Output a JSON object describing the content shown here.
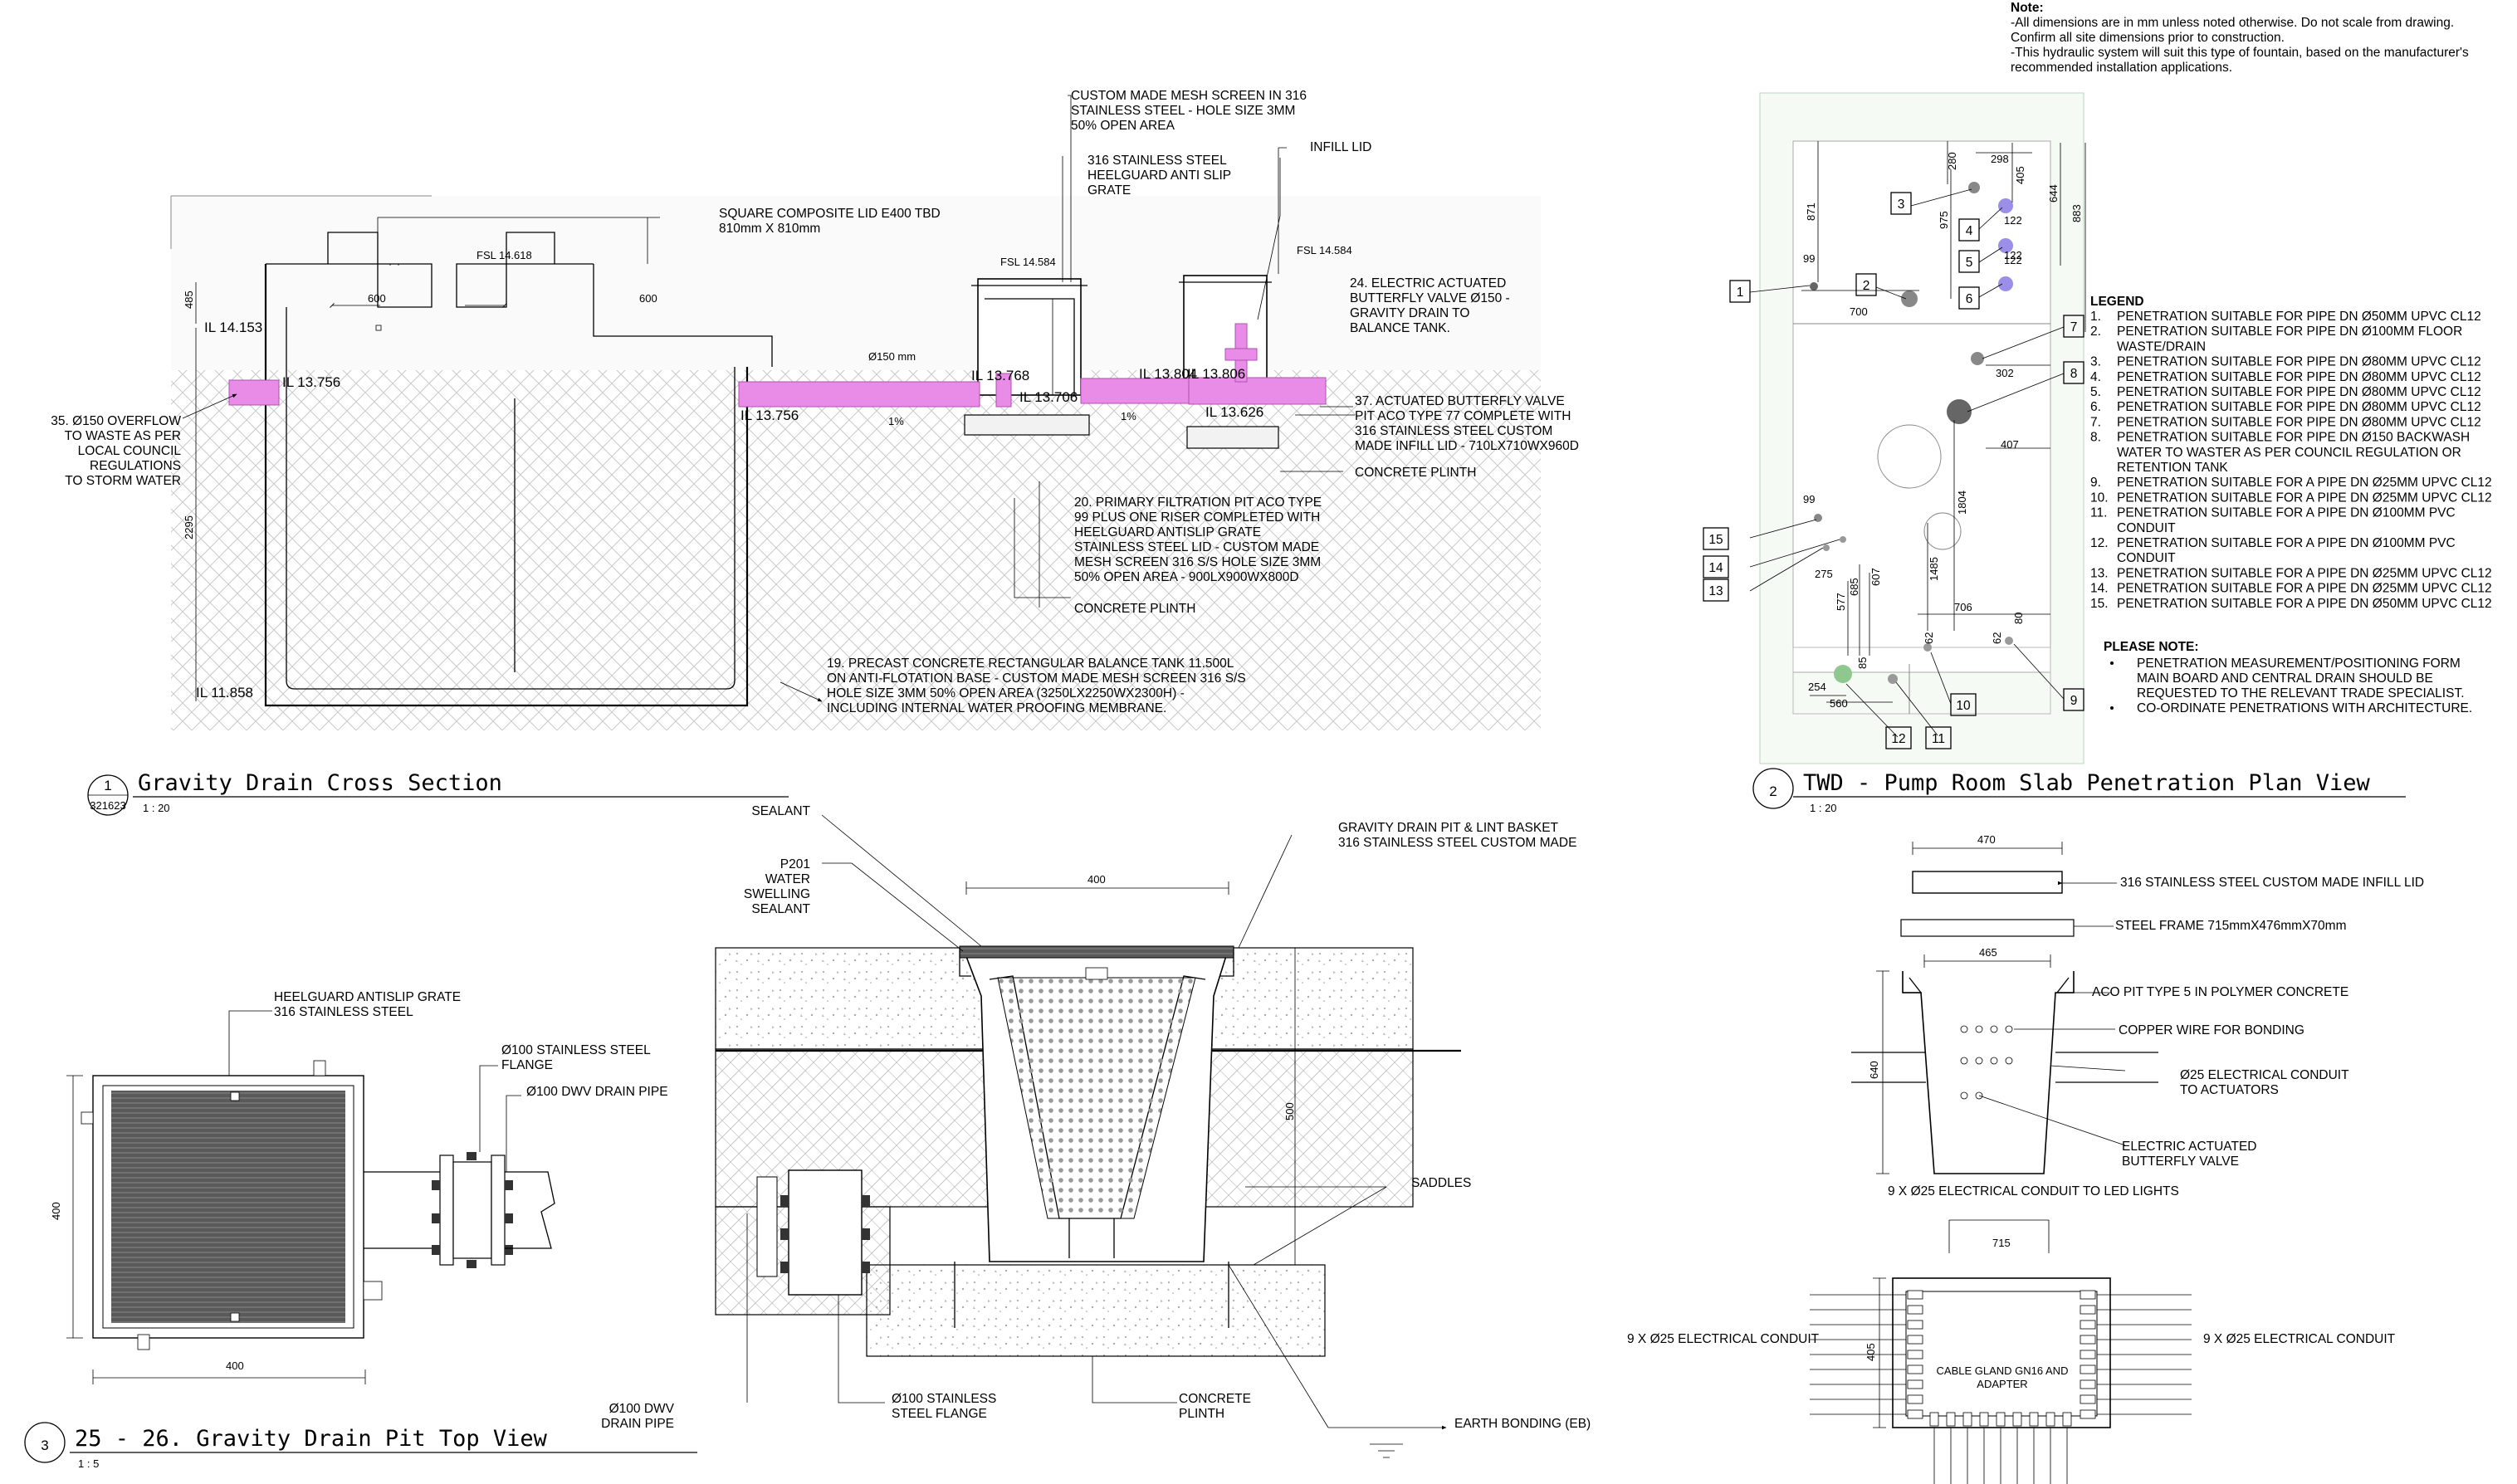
{
  "note": {
    "heading": "Note:",
    "lines": [
      "-All dimensions are in mm unless noted otherwise.  Do not scale from  drawing.",
      "Confirm all site dimensions prior to construction.",
      "-This hydraulic system will suit this type of fountain, based on the manufacturer's",
      "recommended installation applications."
    ]
  },
  "views": {
    "v1": {
      "num": "1",
      "ref": "321623",
      "title": "Gravity Drain Cross Section",
      "scale": "1 : 20"
    },
    "v2": {
      "num": "2",
      "title": "TWD - Pump Room Slab Penetration Plan View",
      "scale": "1 : 20"
    },
    "v3": {
      "num": "3",
      "title": "25 - 26. Gravity Drain Pit Top View",
      "scale": "1 : 5"
    }
  },
  "section": {
    "levels": {
      "fsl1": "FSL 14.618",
      "fsl2": "FSL 14.584",
      "fsl3": "FSL 14.584",
      "il_a": "IL 14.153",
      "il_b": "IL 13.756",
      "il_c": "IL 13.756",
      "il_d": "IL 13.768",
      "il_e": "IL 13.706",
      "il_f": "IL 13.804",
      "il_g": "IL 13.806",
      "il_h": "IL 13.626",
      "il_i": "IL 11.858"
    },
    "dims": {
      "w1": "600",
      "w2": "600",
      "h1": "485",
      "h2": "2295",
      "pipe": "Ø150 mm",
      "slope1": "1%",
      "slope2": "1%"
    },
    "notes": {
      "mesh": [
        "CUSTOM MADE MESH SCREEN IN 316",
        "STAINLESS STEEL - HOLE SIZE 3MM",
        "50% OPEN AREA"
      ],
      "grate": [
        "316 STAINLESS STEEL",
        "HEELGUARD ANTI SLIP",
        "GRATE"
      ],
      "infill": [
        "INFILL LID"
      ],
      "lid": [
        "SQUARE COMPOSITE LID E400 TBD",
        "810mm X 810mm"
      ],
      "valve24": [
        "24. ELECTRIC ACTUATED",
        "BUTTERFLY VALVE Ø150 -",
        "GRAVITY DRAIN TO",
        "BALANCE TANK."
      ],
      "overflow": [
        "35. Ø150 OVERFLOW",
        "TO WASTE AS PER",
        "LOCAL COUNCIL",
        "REGULATIONS",
        "TO STORM WATER"
      ],
      "pit37": [
        "37. ACTUATED BUTTERFLY VALVE",
        "PIT ACO TYPE 77 COMPLETE WITH",
        "316 STAINLESS STEEL CUSTOM",
        "MADE INFILL LID - 710LX710WX960D"
      ],
      "plinth_a": [
        "CONCRETE PLINTH"
      ],
      "pit20": [
        "20. PRIMARY FILTRATION PIT ACO TYPE",
        "99 PLUS ONE RISER COMPLETED WITH",
        "HEELGUARD ANTISLIP GRATE",
        "STAINLESS STEEL LID - CUSTOM MADE",
        "MESH SCREEN 316 S/S HOLE SIZE 3MM",
        "50% OPEN AREA - 900LX900WX800D"
      ],
      "plinth_b": [
        "CONCRETE PLINTH"
      ],
      "tank19": [
        "19. PRECAST CONCRETE RECTANGULAR BALANCE TANK 11.500L",
        "ON ANTI-FLOTATION BASE - CUSTOM MADE MESH SCREEN 316 S/S",
        "HOLE SIZE 3MM 50% OPEN AREA (3250LX2250WX2300H) -",
        "INCLUDING INTERNAL WATER PROOFING MEMBRANE."
      ]
    }
  },
  "plan": {
    "dims": [
      "280",
      "298",
      "405",
      "644",
      "883",
      "871",
      "975",
      "99",
      "700",
      "122",
      "122",
      "122",
      "302",
      "407",
      "1804",
      "1485",
      "99",
      "275",
      "577",
      "685",
      "607",
      "706",
      "62",
      "62",
      "80",
      "85",
      "254",
      "560"
    ],
    "tags": [
      "1",
      "2",
      "3",
      "4",
      "5",
      "6",
      "7",
      "8",
      "9",
      "10",
      "11",
      "12",
      "13",
      "14",
      "15"
    ],
    "legend_title": "LEGEND",
    "legend": [
      {
        "n": "1.",
        "lines": [
          "PENETRATION SUITABLE FOR PIPE DN Ø50MM UPVC CL12"
        ]
      },
      {
        "n": "2.",
        "lines": [
          "PENETRATION SUITABLE FOR PIPE DN Ø100MM FLOOR",
          "WASTE/DRAIN"
        ]
      },
      {
        "n": "3.",
        "lines": [
          "PENETRATION SUITABLE FOR PIPE DN Ø80MM UPVC CL12"
        ]
      },
      {
        "n": "4.",
        "lines": [
          "PENETRATION SUITABLE FOR PIPE DN Ø80MM UPVC CL12"
        ]
      },
      {
        "n": "5.",
        "lines": [
          "PENETRATION SUITABLE FOR PIPE DN Ø80MM UPVC CL12"
        ]
      },
      {
        "n": "6.",
        "lines": [
          "PENETRATION SUITABLE FOR PIPE DN Ø80MM UPVC CL12"
        ]
      },
      {
        "n": "7.",
        "lines": [
          "PENETRATION SUITABLE FOR PIPE DN Ø80MM UPVC CL12"
        ]
      },
      {
        "n": "8.",
        "lines": [
          "PENETRATION SUITABLE FOR PIPE DN Ø150 BACKWASH",
          "WATER TO WASTER AS PER COUNCIL REGULATION OR",
          "RETENTION TANK"
        ]
      },
      {
        "n": "9.",
        "lines": [
          "PENETRATION SUITABLE FOR A PIPE DN Ø25MM UPVC CL12"
        ]
      },
      {
        "n": "10.",
        "lines": [
          "PENETRATION SUITABLE FOR A PIPE DN Ø25MM UPVC CL12"
        ]
      },
      {
        "n": "11.",
        "lines": [
          "PENETRATION SUITABLE FOR A PIPE DN Ø100MM PVC",
          "CONDUIT"
        ]
      },
      {
        "n": "12.",
        "lines": [
          "PENETRATION SUITABLE FOR A PIPE DN Ø100MM PVC",
          "CONDUIT"
        ]
      },
      {
        "n": "13.",
        "lines": [
          "PENETRATION SUITABLE FOR A PIPE DN Ø25MM UPVC CL12"
        ]
      },
      {
        "n": "14.",
        "lines": [
          "PENETRATION SUITABLE FOR A PIPE DN Ø25MM UPVC CL12"
        ]
      },
      {
        "n": "15.",
        "lines": [
          "PENETRATION SUITABLE FOR A PIPE DN Ø50MM UPVC CL12"
        ]
      }
    ],
    "please_note_title": "PLEASE NOTE:",
    "please_note": [
      {
        "lines": [
          "PENETRATION MEASUREMENT/POSITIONING FORM",
          "MAIN BOARD AND CENTRAL DRAIN SHOULD BE",
          "REQUESTED TO THE RELEVANT TRADE SPECIALIST."
        ]
      },
      {
        "lines": [
          "CO-ORDINATE PENETRATIONS WITH ARCHITECTURE."
        ]
      }
    ]
  },
  "pit_detail": {
    "dims": {
      "width": "400",
      "depth": "500"
    },
    "labels": {
      "sealant": [
        "SEALANT"
      ],
      "p201": [
        "P201",
        "WATER",
        "SWELLING",
        "SEALANT"
      ],
      "basket": [
        "GRAVITY DRAIN PIT & LINT BASKET",
        "316 STAINLESS STEEL CUSTOM MADE"
      ],
      "saddles": [
        "SADDLES"
      ],
      "dwv": [
        "Ø100 DWV",
        "DRAIN PIPE"
      ],
      "flange": [
        "Ø100 STAINLESS",
        "STEEL FLANGE"
      ],
      "plinth": [
        "CONCRETE",
        "PLINTH"
      ],
      "earth": [
        "EARTH BONDING (EB)"
      ]
    }
  },
  "top_view": {
    "dims": {
      "width": "400",
      "height": "400"
    },
    "labels": {
      "grate": [
        "HEELGUARD ANTISLIP GRATE",
        "316 STAINLESS STEEL"
      ],
      "flange": [
        "Ø100 STAINLESS STEEL",
        "FLANGE"
      ],
      "pipe": [
        "Ø100 DWV DRAIN PIPE"
      ]
    }
  },
  "aco_pit": {
    "dims": {
      "top": "470",
      "inner": "465",
      "height": "640"
    },
    "labels": {
      "lid": [
        "316 STAINLESS STEEL  CUSTOM MADE INFILL LID"
      ],
      "frame": [
        "STEEL FRAME 715mmX476mmX70mm"
      ],
      "aco": [
        "ACO PIT TYPE 5 IN POLYMER CONCRETE"
      ],
      "copper": [
        "COPPER WIRE FOR BONDING"
      ],
      "conduit": [
        "Ø25 ELECTRICAL CONDUIT",
        "TO ACTUATORS"
      ],
      "valve": [
        "ELECTRIC ACTUATED",
        "BUTTERFLY VALVE"
      ],
      "led": [
        "9 X Ø25 ELECTRICAL CONDUIT TO LED LIGHTS"
      ]
    }
  },
  "junction": {
    "dims": {
      "width": "715",
      "height": "405"
    },
    "labels": {
      "left": [
        "9 X Ø25 ELECTRICAL CONDUIT"
      ],
      "right": [
        "9 X Ø25 ELECTRICAL CONDUIT"
      ],
      "gland": [
        "CABLE GLAND GN16 AND",
        "ADAPTER"
      ]
    }
  }
}
